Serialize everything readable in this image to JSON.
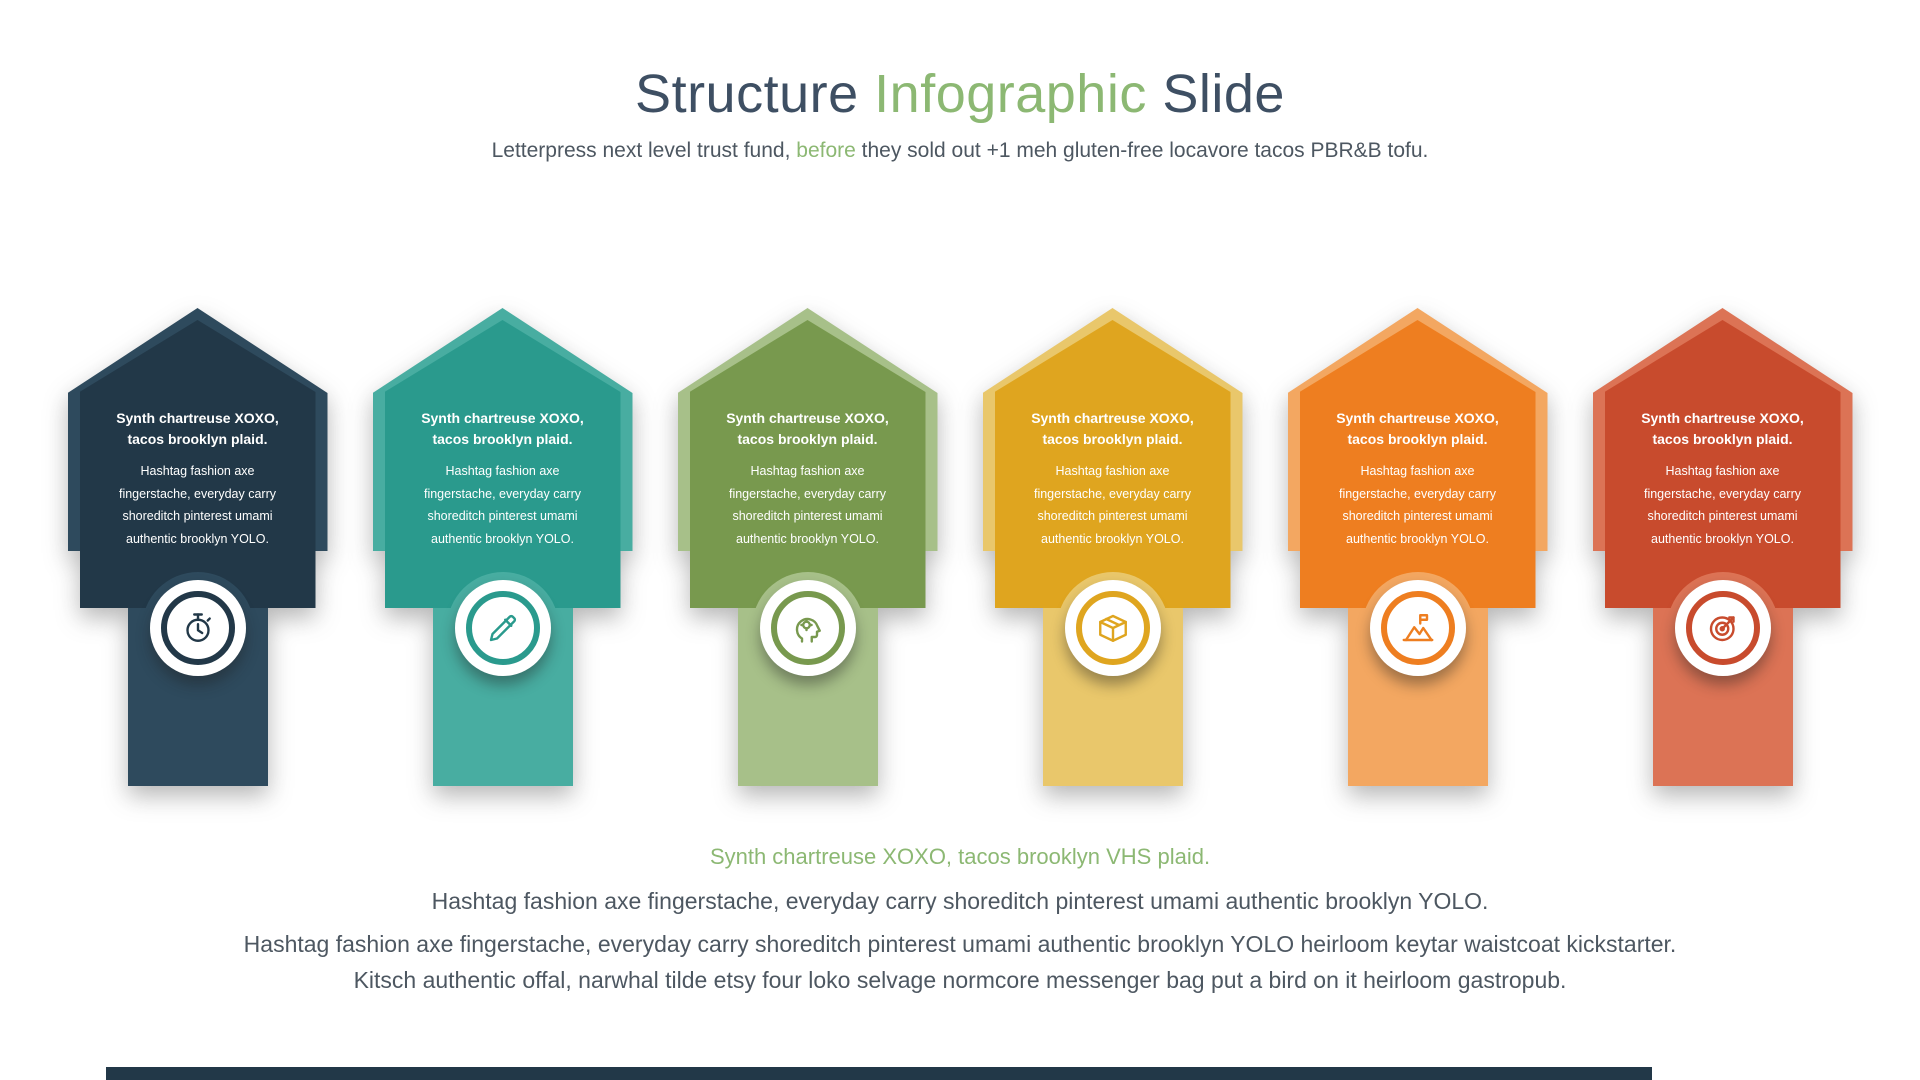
{
  "header": {
    "title_part1": "Structure",
    "title_accent": "Infographic",
    "title_part2": "Slide",
    "subtitle_pre": "Letterpress next level trust fund,",
    "subtitle_accent": "before",
    "subtitle_post": "they sold out +1 meh gluten-free locavore tacos PBR&B tofu."
  },
  "cards": [
    {
      "title": "Synth chartreuse XOXO, tacos brooklyn plaid.",
      "body": "Hashtag fashion axe fingerstache, everyday carry shoreditch pinterest umami authentic brooklyn YOLO.",
      "icon": "stopwatch",
      "color_main": "#223848",
      "color_light": "#2e4a5d"
    },
    {
      "title": "Synth chartreuse XOXO, tacos brooklyn plaid.",
      "body": "Hashtag fashion axe fingerstache, everyday carry shoreditch pinterest umami authentic brooklyn YOLO.",
      "icon": "pencil-design",
      "color_main": "#2a9a8d",
      "color_light": "#48ada1"
    },
    {
      "title": "Synth chartreuse XOXO, tacos brooklyn plaid.",
      "body": "Hashtag fashion axe fingerstache, everyday carry shoreditch pinterest umami authentic brooklyn YOLO.",
      "icon": "head-gear",
      "color_main": "#78994e",
      "color_light": "#a7c089"
    },
    {
      "title": "Synth chartreuse XOXO, tacos brooklyn plaid.",
      "body": "Hashtag fashion axe fingerstache, everyday carry shoreditch pinterest umami authentic brooklyn YOLO.",
      "icon": "package-idea",
      "color_main": "#dfa51f",
      "color_light": "#e9c76b"
    },
    {
      "title": "Synth chartreuse XOXO, tacos brooklyn plaid.",
      "body": "Hashtag fashion axe fingerstache, everyday carry shoreditch pinterest umami authentic brooklyn YOLO.",
      "icon": "mountain-flag",
      "color_main": "#ee7e20",
      "color_light": "#f3a761"
    },
    {
      "title": "Synth chartreuse XOXO, tacos brooklyn plaid.",
      "body": "Hashtag fashion axe fingerstache, everyday carry shoreditch pinterest umami authentic brooklyn YOLO.",
      "icon": "target-arrow",
      "color_main": "#c84b2d",
      "color_light": "#dc7355"
    }
  ],
  "footer": {
    "line1": "Synth chartreuse XOXO, tacos brooklyn VHS plaid.",
    "line2": "Hashtag fashion axe fingerstache, everyday carry shoreditch pinterest umami authentic brooklyn YOLO.",
    "line3": "Hashtag fashion axe fingerstache, everyday carry shoreditch pinterest umami authentic brooklyn YOLO heirloom keytar waistcoat kickstarter. Kitsch authentic offal, narwhal tilde etsy four loko selvage normcore messenger bag put a bird on it heirloom gastropub."
  },
  "theme": {
    "accent_green": "#8cb873",
    "heading_color": "#3e4f63",
    "text_color": "#4d5761",
    "footer_bar_color": "#223848"
  }
}
